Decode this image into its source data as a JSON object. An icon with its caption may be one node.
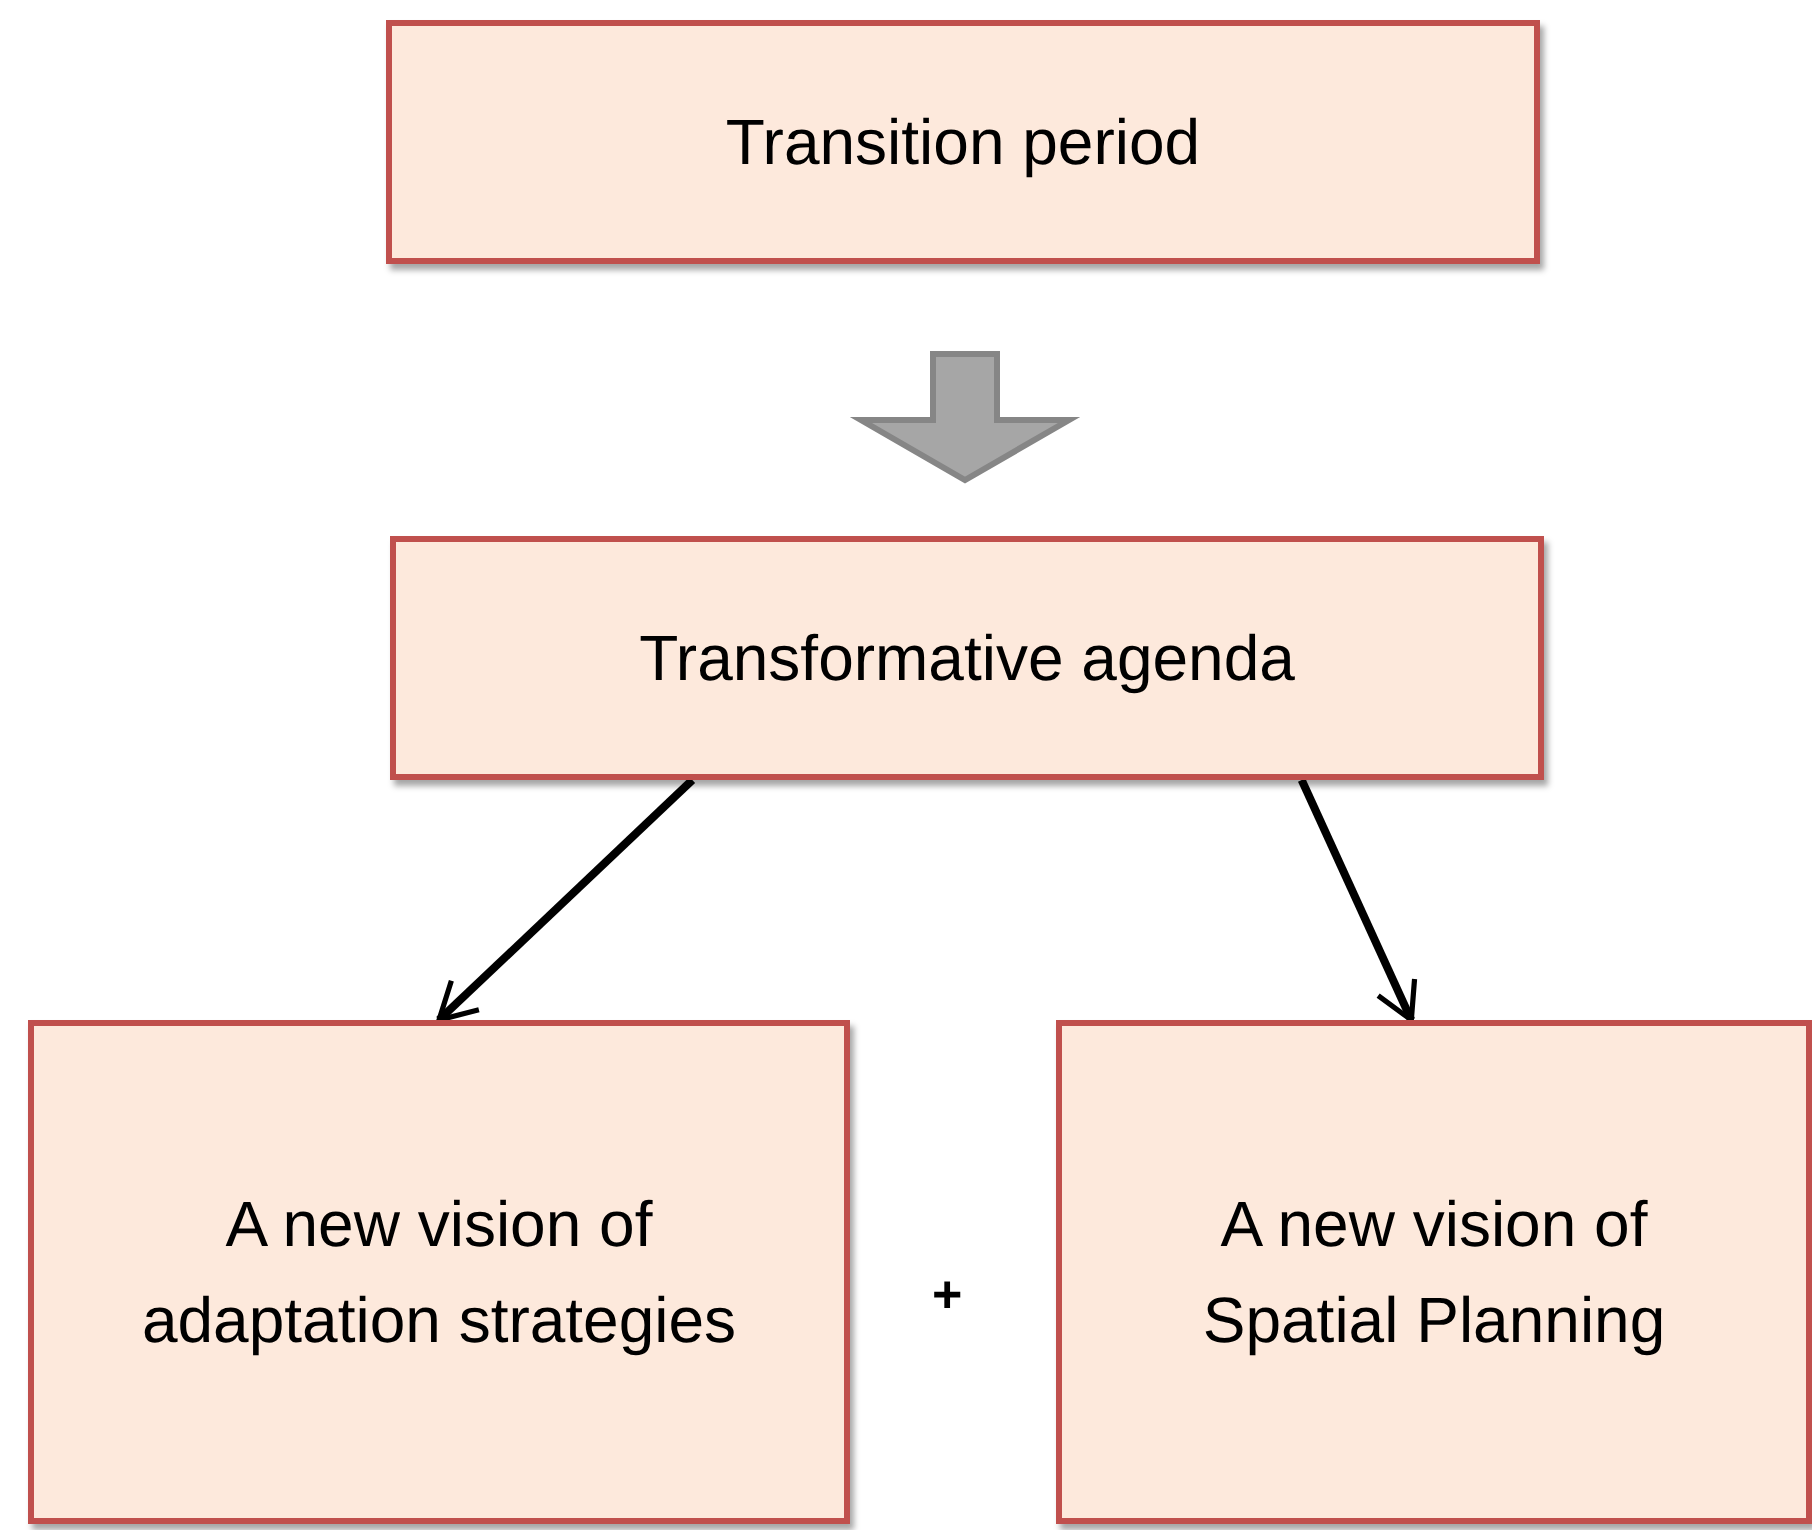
{
  "diagram": {
    "nodes": [
      {
        "text": [
          "Transition period"
        ]
      },
      {
        "text": [
          "Transformative agenda"
        ]
      },
      {
        "text": [
          "A new vision of adaptation strategies"
        ]
      },
      {
        "text": [
          "A new vision of Spatial Planning"
        ]
      }
    ],
    "edges": [
      {
        "from": 0,
        "to": 1,
        "arrow": "to",
        "style": "thick",
        "color": "#a6a6a6"
      },
      {
        "from": 1,
        "to": 2,
        "arrow": "to"
      },
      {
        "from": 1,
        "to": 3,
        "arrow": "to"
      }
    ],
    "labels": [
      "+"
    ]
  }
}
